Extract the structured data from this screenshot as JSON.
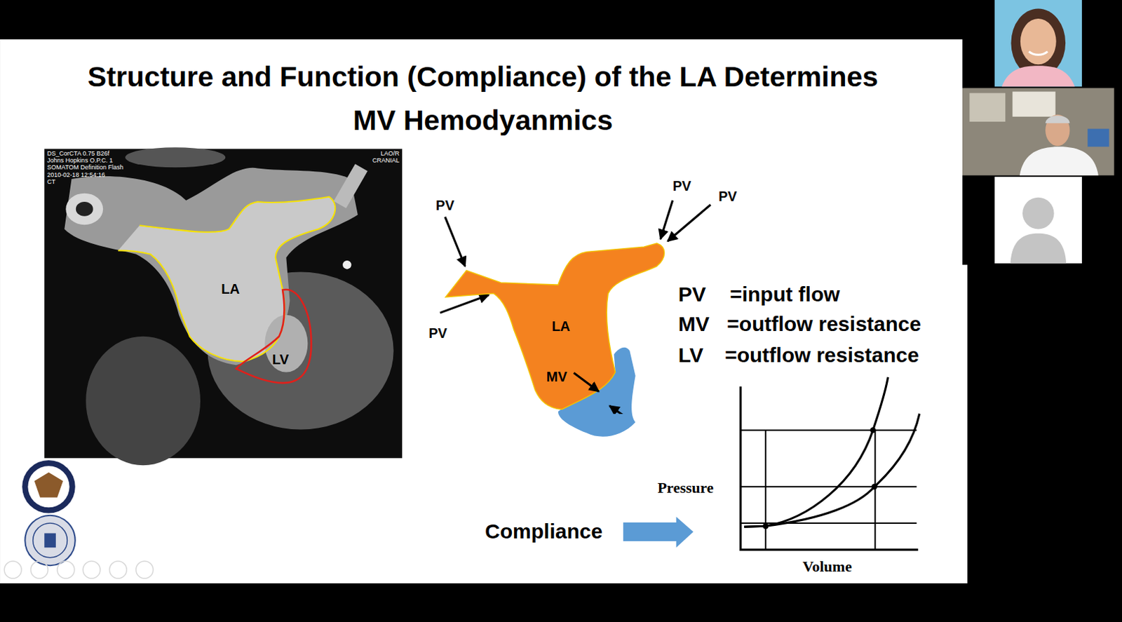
{
  "diagram": {
    "title": "Structure and Function (Compliance) of the LA Determines MV Hemodyanmics",
    "nodes": [
      {
        "text": [
          "LA",
          "MV"
        ]
      }
    ],
    "labels": [
      "DS_CorCTA 0.75 B26f",
      "Johns Hopkins O.P.C. 1",
      "SOMATOM Definition Flash",
      "2010-02-18 12:54:16",
      "CT",
      "LAO/R",
      "CRANIAL",
      "LA",
      "LV",
      "PV",
      "PV",
      "PV",
      "PV",
      "PV",
      "=input flow",
      "MV",
      "=outflow resistance",
      "LV",
      "=outflow resistance",
      "Compliance",
      "Pressure",
      "Volume"
    ]
  }
}
